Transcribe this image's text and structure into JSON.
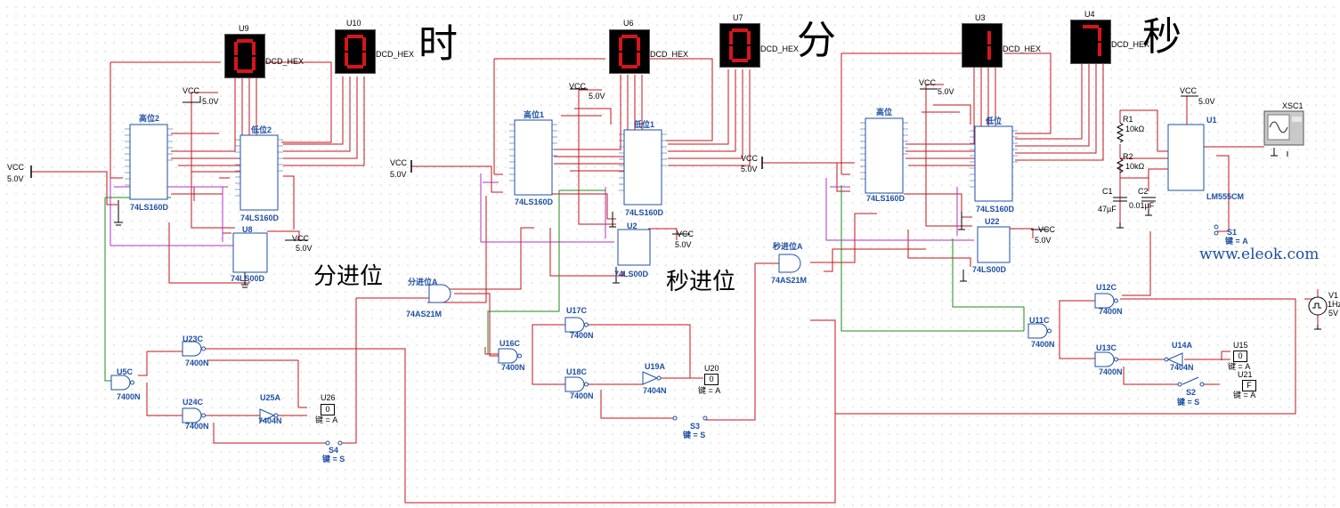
{
  "titles": {
    "hour": "时",
    "minute": "分",
    "second": "秒",
    "carry_minute": "分进位",
    "carry_second": "秒进位"
  },
  "watermark": "www.eleok.com",
  "displays": [
    {
      "ref": "U9",
      "type": "DCD_HEX",
      "digit": "0"
    },
    {
      "ref": "U10",
      "type": "DCD_HEX",
      "digit": "0"
    },
    {
      "ref": "U6",
      "type": "DCD_HEX",
      "digit": "0"
    },
    {
      "ref": "U7",
      "type": "DCD_HEX",
      "digit": "0"
    },
    {
      "ref": "U3",
      "type": "DCD_HEX",
      "digit": "1"
    },
    {
      "ref": "U4",
      "type": "DCD_HEX",
      "digit": "7"
    }
  ],
  "counters": [
    {
      "name": "高位2",
      "part": "74LS160D"
    },
    {
      "name": "低位2",
      "part": "74LS160D"
    },
    {
      "name": "高位1",
      "part": "74LS160D"
    },
    {
      "name": "低位1",
      "part": "74LS160D"
    },
    {
      "name": "高位",
      "part": "74LS160D"
    },
    {
      "name": "低位",
      "part": "74LS160D"
    }
  ],
  "nand_chips": [
    {
      "ref": "U8",
      "part": "74LS00D"
    },
    {
      "ref": "U2",
      "part": "74LS00D"
    },
    {
      "ref": "U22",
      "part": "74LS00D"
    }
  ],
  "and_gates": [
    {
      "name": "分进位A",
      "part": "74AS21M"
    },
    {
      "name": "秒进位A",
      "part": "74AS21M"
    }
  ],
  "gates_7400": [
    "U5C",
    "U23C",
    "U24C",
    "U16C",
    "U17C",
    "U18C",
    "U11C",
    "U12C",
    "U13C"
  ],
  "inverters": [
    "U25A",
    "U19A",
    "U14A"
  ],
  "inverter_part": "7404N",
  "nand_part": "7400N",
  "probes": [
    {
      "ref": "U26",
      "value": "0",
      "key": "键 = A"
    },
    {
      "ref": "U20",
      "value": "0",
      "key": "键 = A"
    },
    {
      "ref": "U15",
      "value": "0",
      "key": "键 = A"
    },
    {
      "ref": "U21",
      "value": "F",
      "key": "键 = A"
    }
  ],
  "switches": [
    {
      "ref": "S4",
      "key": "键 = S"
    },
    {
      "ref": "S3",
      "key": "键 = S"
    },
    {
      "ref": "S2",
      "key": "键 = S"
    },
    {
      "ref": "S1",
      "key": "键 = A"
    }
  ],
  "vcc": {
    "label": "VCC",
    "value": "5.0V"
  },
  "timer": {
    "ref": "U1",
    "part": "LM555CM",
    "r1": "R1",
    "r1v": "10kΩ",
    "r2": "R2",
    "r2v": "10kΩ",
    "c1": "C1",
    "c1v": "47µF",
    "c2": "C2",
    "c2v": "0.01µF"
  },
  "source": {
    "ref": "V1",
    "freq": "1Hz",
    "volt": "5V"
  },
  "scope": {
    "ref": "XSC1"
  }
}
